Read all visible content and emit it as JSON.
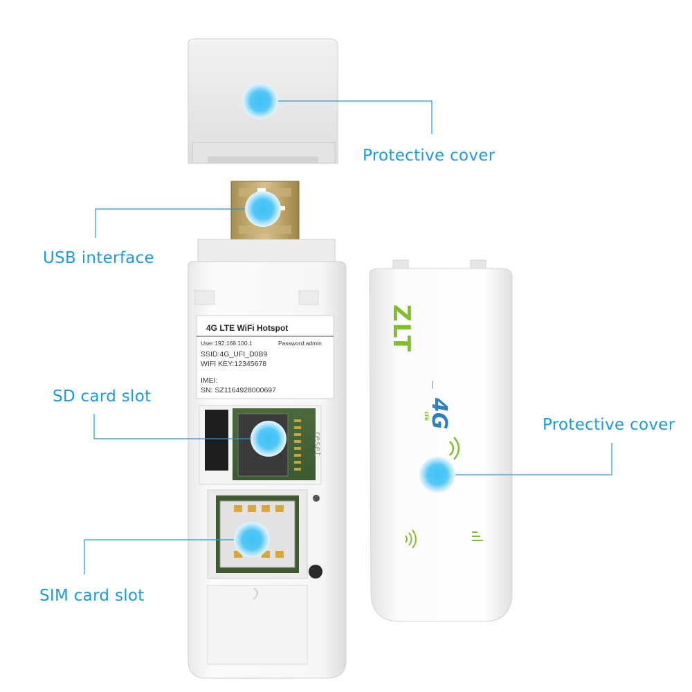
{
  "callouts": {
    "top_cover": "Protective cover",
    "usb": "USB interface",
    "sd": "SD card slot",
    "right_cover": "Protective cover",
    "sim": "SIM card slot"
  },
  "sticker": {
    "title": "4G LTE WiFi Hotspot",
    "user": "User:192.168.100.1",
    "password": "Password:admin",
    "ssid": "SSID:4G_UFI_D0B9",
    "wifi_key": "WIFI KEY:12345678",
    "imei": "IMEI:",
    "sn": "SN:  SZ1164928000697"
  },
  "device_markings": {
    "reset": "reset",
    "brand": "ZLT",
    "network": "4G",
    "network_sub": "LTE"
  },
  "colors": {
    "accent": "#1a9be0",
    "brand_green": "#7fbf2a",
    "brand_blue": "#2c7fc0"
  }
}
